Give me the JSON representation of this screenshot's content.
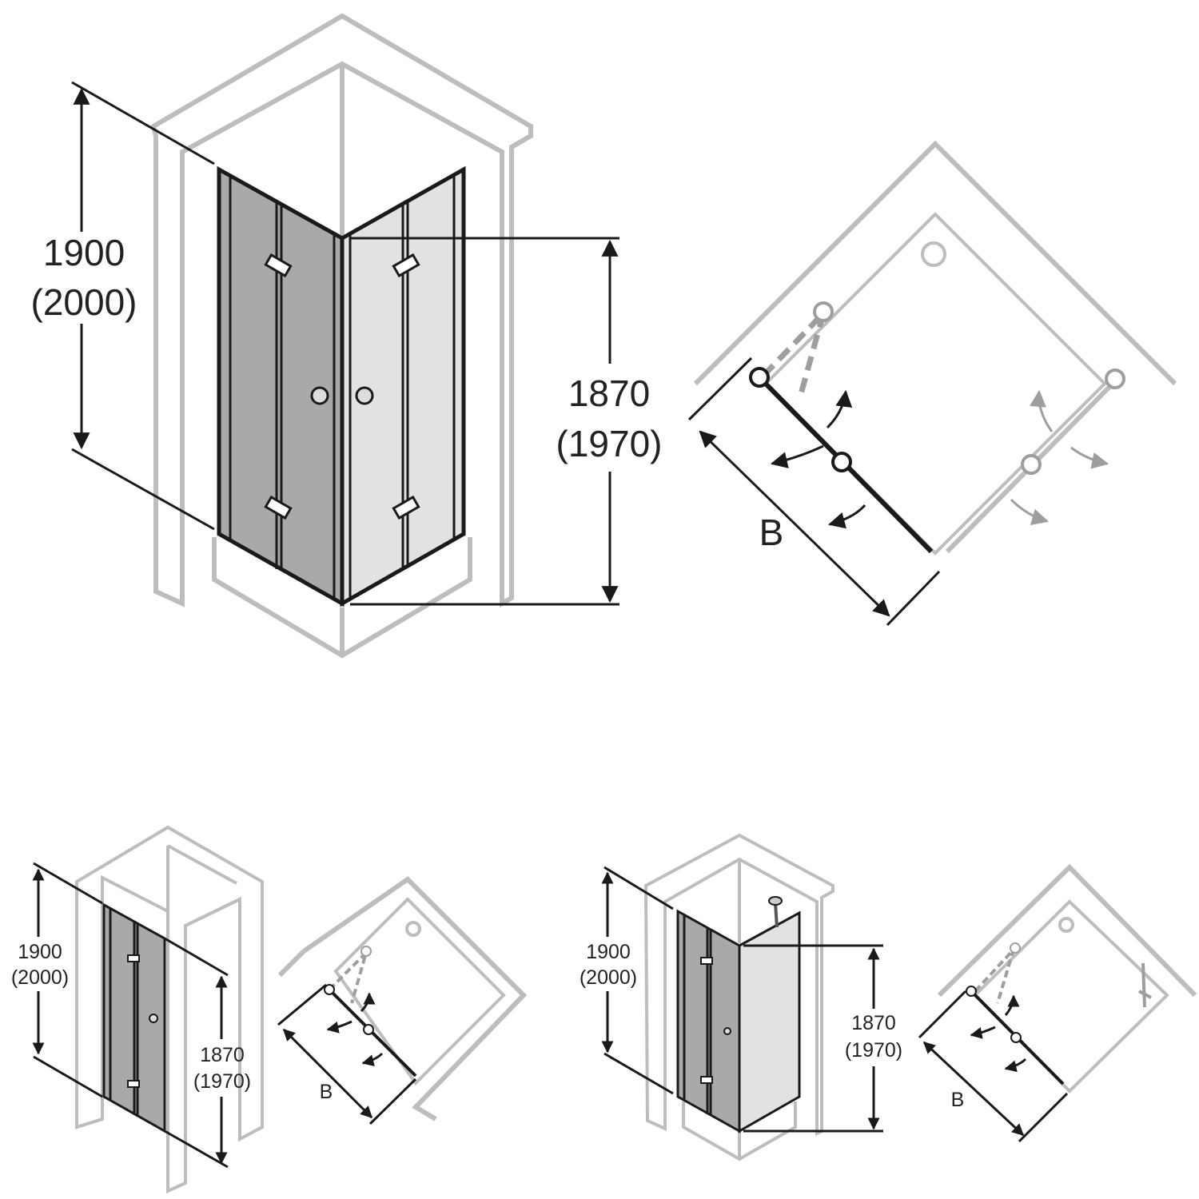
{
  "colors": {
    "wall": "#bdbdbd",
    "glass_dark": "#a9a9a9",
    "glass_light": "#e2e2e2",
    "frame": "#1a1a1a",
    "arrow_gray": "#9e9e9e"
  },
  "main_iso": {
    "height_total": "1900",
    "height_total_alt": "(2000)",
    "height_door": "1870",
    "height_door_alt": "(1970)"
  },
  "main_plan": {
    "width_label": "B"
  },
  "variant_left": {
    "height_total": "1900",
    "height_total_alt": "(2000)",
    "height_door": "1870",
    "height_door_alt": "(1970)",
    "width_label": "B"
  },
  "variant_right": {
    "height_total": "1900",
    "height_total_alt": "(2000)",
    "height_door": "1870",
    "height_door_alt": "(1970)",
    "width_label": "B"
  }
}
